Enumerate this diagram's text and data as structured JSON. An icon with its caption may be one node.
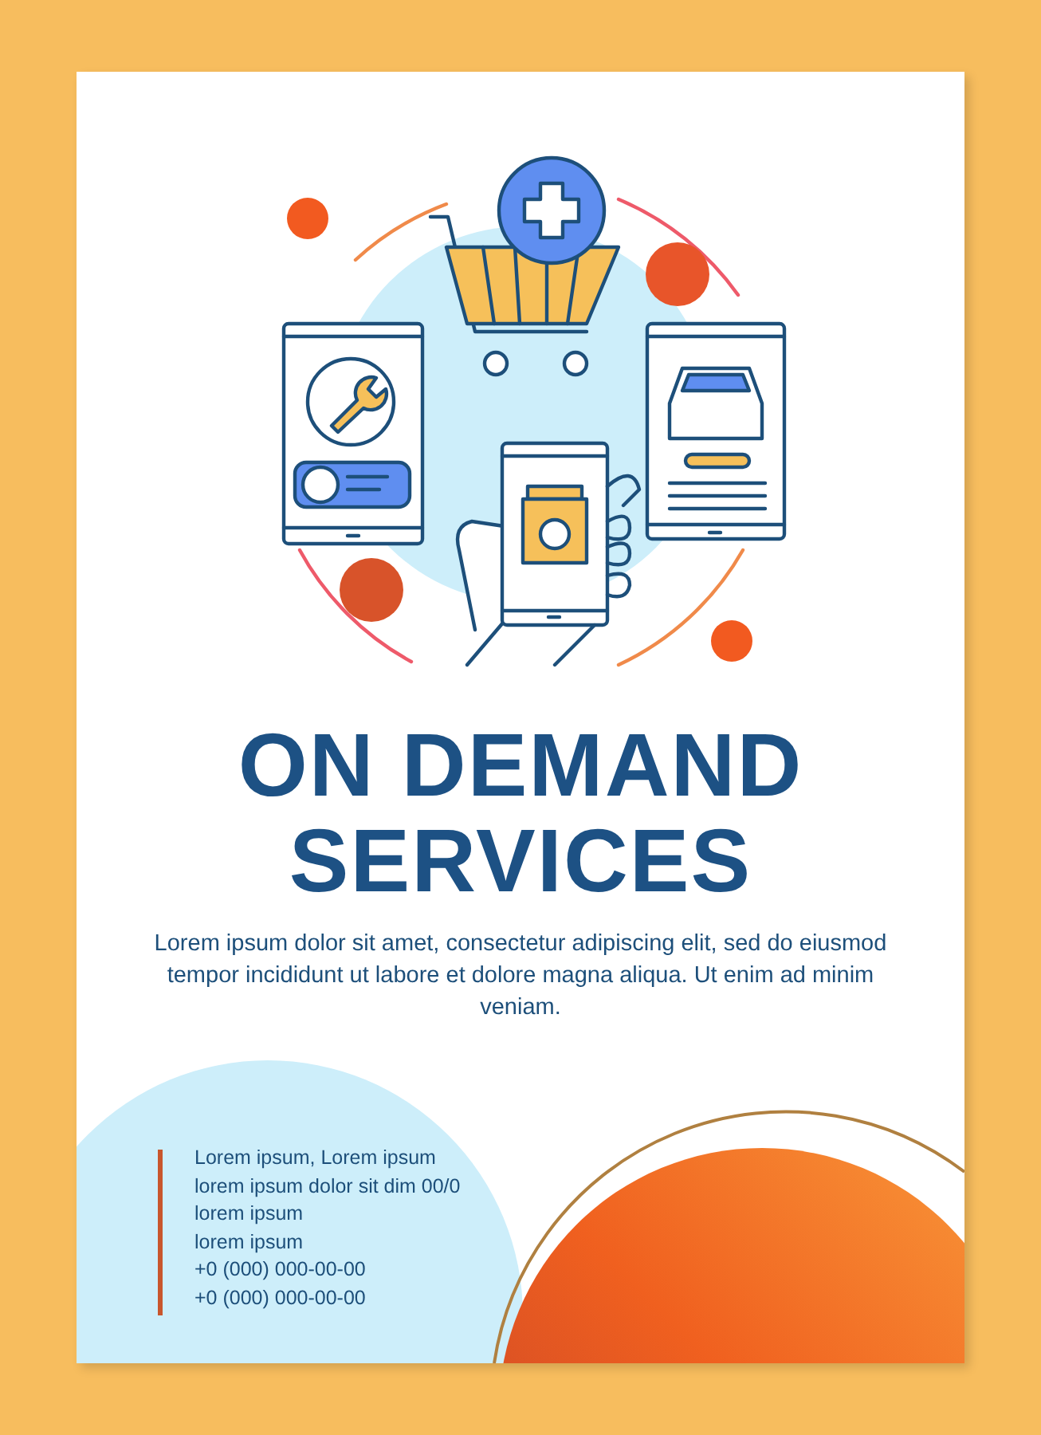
{
  "diagram": {
    "title": "ON DEMAND SERVICES",
    "labels": [
      "Lorem ipsum dolor sit amet, consectetur adipiscing elit, sed do eiusmod tempor incididunt ut labore et dolore magna aliqua. Ut enim ad minim veniam.",
      "Lorem ipsum, Lorem ipsum",
      "lorem ipsum dolor sit dim 00/0",
      "lorem ipsum",
      "lorem ipsum",
      "+0 (000) 000-00-00",
      "+0 (000) 000-00-00"
    ]
  }
}
